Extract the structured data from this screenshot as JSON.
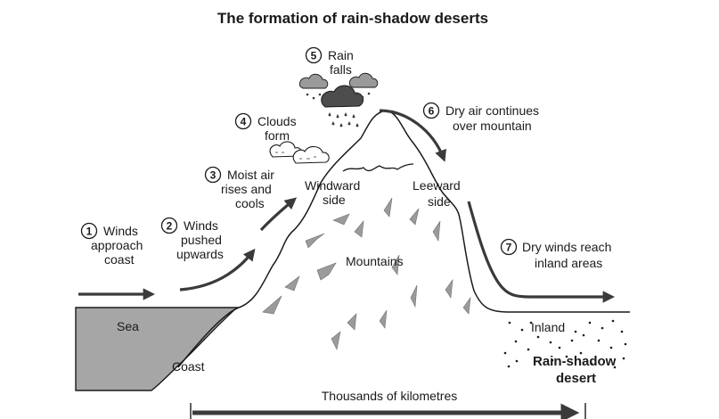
{
  "title": "The formation of rain-shadow deserts",
  "steps": [
    {
      "num": "1",
      "lines": [
        "Winds",
        "approach",
        "coast"
      ]
    },
    {
      "num": "2",
      "lines": [
        "Winds",
        "pushed",
        "upwards"
      ]
    },
    {
      "num": "3",
      "lines": [
        "Moist air",
        "rises and",
        "cools"
      ]
    },
    {
      "num": "4",
      "lines": [
        "Clouds",
        "form"
      ]
    },
    {
      "num": "5",
      "lines": [
        "Rain",
        "falls"
      ]
    },
    {
      "num": "6",
      "lines": [
        "Dry air continues",
        "over mountain"
      ]
    },
    {
      "num": "7",
      "lines": [
        "Dry winds reach",
        "inland areas"
      ]
    }
  ],
  "labels": {
    "windward": [
      "Windward",
      "side"
    ],
    "leeward": [
      "Leeward",
      "side"
    ],
    "mountains": "Mountains",
    "sea": "Sea",
    "coast": "Coast",
    "inland": "Inland",
    "desert": [
      "Rain-shadow",
      "desert"
    ],
    "distance": "Thousands of kilometres"
  },
  "colors": {
    "sea": "#a6a6a6",
    "arrow": "#3a3a3a",
    "cloud_dark": "#4d4d4d",
    "cloud_grey": "#9a9a9a",
    "rock": "#9b9b9b"
  }
}
